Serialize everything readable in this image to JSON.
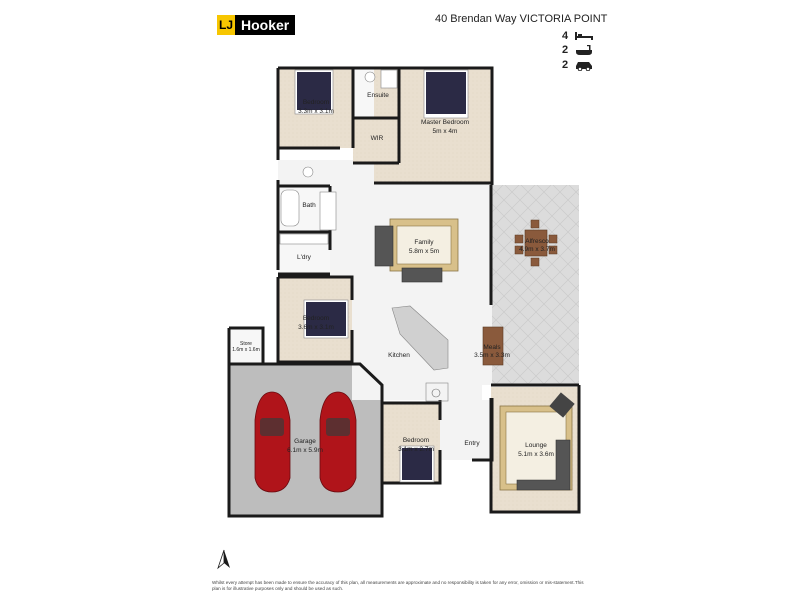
{
  "brand": {
    "mark": "LJ",
    "name": "Hooker",
    "mark_color": "#f7c600"
  },
  "address": "40 Brendan Way VICTORIA POINT",
  "stats": [
    {
      "count": "4",
      "icon": "bed-icon"
    },
    {
      "count": "2",
      "icon": "bath-icon"
    },
    {
      "count": "2",
      "icon": "car-icon"
    }
  ],
  "rooms": {
    "bedroom2": {
      "name": "Bedroom",
      "size": "3.3m x 3.1m"
    },
    "ensuite": {
      "name": "Ensuite"
    },
    "master": {
      "name": "Master Bedroom",
      "size": "5m x 4m"
    },
    "wir": {
      "name": "WIR"
    },
    "bath": {
      "name": "Bath"
    },
    "laundry": {
      "name": "L'dry"
    },
    "family": {
      "name": "Family",
      "size": "5.8m x 5m"
    },
    "alfresco": {
      "name": "Alfresco",
      "size": "4.9m x 3.7m"
    },
    "bedroom3": {
      "name": "Bedroom",
      "size": "3.6m x 3.1m"
    },
    "store": {
      "name": "Store",
      "size": "1.6m x 1.6m"
    },
    "kitchen": {
      "name": "Kitchen"
    },
    "meals": {
      "name": "Meals",
      "size": "3.5m x 3.3m"
    },
    "garage": {
      "name": "Garage",
      "size": "6.1m x 5.9m"
    },
    "bedroom4": {
      "name": "Bedroom",
      "size": "3.1m x 2.7m"
    },
    "entry": {
      "name": "Entry"
    },
    "lounge": {
      "name": "Lounge",
      "size": "5.1m x 3.6m"
    }
  },
  "colors": {
    "wall": "#1a1a1a",
    "carpet": "#e9dfcf",
    "tile": "#f2f2f2",
    "garage_floor": "#bdbdbd",
    "alfresco_floor": "#d9d9d9",
    "bed": "#2b2a45",
    "car": "#b0141a",
    "rug": "#d8c08a"
  },
  "disclaimer": "Whilst every attempt has been made to ensure the accuracy of this plan, all measurements are approximate and no responsibility is taken for any error, omission or mis-statement.This plan is for illustrative purposes only and should be used as such."
}
